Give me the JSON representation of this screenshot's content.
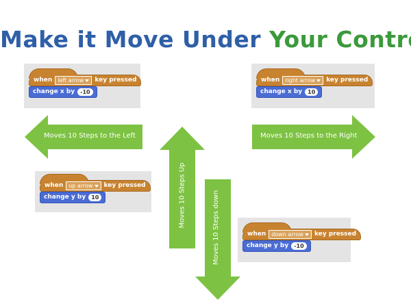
{
  "title": {
    "part1": "Make it Move Under",
    "part2": "Your Control"
  },
  "blocks": {
    "left": {
      "when": "when",
      "key": "left arrow",
      "pressed": "key pressed",
      "action": "change x by",
      "value": "-10"
    },
    "right": {
      "when": "when",
      "key": "right arrow",
      "pressed": "key pressed",
      "action": "change x by",
      "value": "10"
    },
    "up": {
      "when": "when",
      "key": "up arrow",
      "pressed": "key pressed",
      "action": "change y by",
      "value": "10"
    },
    "down": {
      "when": "when",
      "key": "down arrow",
      "pressed": "key pressed",
      "action": "change y by",
      "value": "-10"
    }
  },
  "arrows": {
    "left": "Moves 10 Steps to the Left",
    "right": "Moves 10 Steps to the Right",
    "up": "Moves 10 Steps Up",
    "down": "Moves 10 Steps down"
  },
  "colors": {
    "arrow": "#7dc242",
    "title_blue": "#2f5fa7",
    "title_green": "#3b9a3b",
    "event": "#c88330",
    "motion": "#4a6cd4"
  }
}
